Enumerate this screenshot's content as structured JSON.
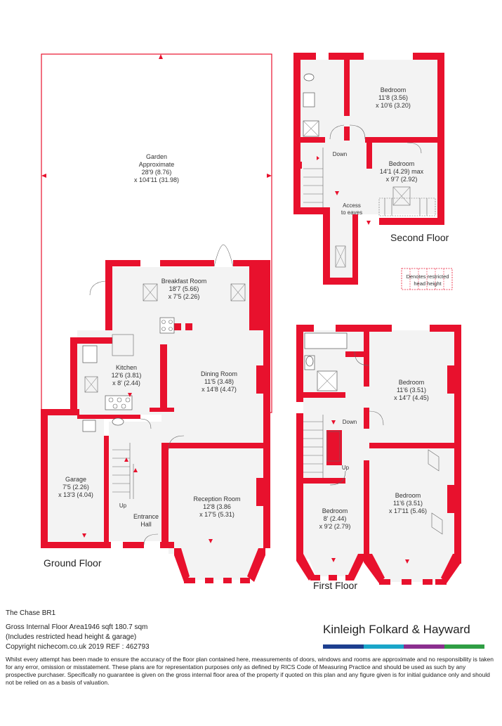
{
  "rooms": {
    "garden": {
      "name": "Garden",
      "sub": "Approximate",
      "dim1": "28'9 (8.76)",
      "dim2": "x 104'11 (31.98)"
    },
    "breakfast": {
      "name": "Breakfast Room",
      "dim1": "18'7 (5.66)",
      "dim2": "x 7'5 (2.26)"
    },
    "kitchen": {
      "name": "Kitchen",
      "dim1": "12'6 (3.81)",
      "dim2": "x 8' (2.44)"
    },
    "dining": {
      "name": "Dining Room",
      "dim1": "11'5 (3.48)",
      "dim2": "x 14'8 (4.47)"
    },
    "garage": {
      "name": "Garage",
      "dim1": "7'5 (2.26)",
      "dim2": "x 13'3 (4.04)"
    },
    "reception": {
      "name": "Reception Room",
      "dim1": "12'8 (3.86",
      "dim2": "x 17'5 (5.31)"
    },
    "entrance": {
      "name": "Entrance",
      "name2": "Hall"
    },
    "sf_bed1": {
      "name": "Bedroom",
      "dim1": "11'8 (3.56)",
      "dim2": "x 10'6 (3.20)"
    },
    "sf_bed2": {
      "name": "Bedroom",
      "dim1": "14'1 (4.29) max",
      "dim2": "x 9'7 (2.92)"
    },
    "sf_access": {
      "name": "Access",
      "name2": "to eaves"
    },
    "ff_bed1": {
      "name": "Bedroom",
      "dim1": "11'6 (3.51)",
      "dim2": "x 14'7 (4.45)"
    },
    "ff_bed2": {
      "name": "Bedroom",
      "dim1": "11'6 (3.51)",
      "dim2": "x 17'11 (5.46)"
    },
    "ff_bed3": {
      "name": "Bedroom",
      "dim1": "8' (2.44)",
      "dim2": "x 9'2 (2.79)"
    }
  },
  "stairs": {
    "up": "Up",
    "down": "Down"
  },
  "floors": {
    "ground": "Ground Floor",
    "first": "First Floor",
    "second": "Second Floor"
  },
  "legend": {
    "line1": "Denotes restricted",
    "line2": "head height"
  },
  "footer": {
    "address": "The Chase BR1",
    "area": "Gross Internal Floor Area1946 sqft 180.7 sqm",
    "includes": "(Includes restricted head height & garage)",
    "copyright": "Copyright nichecom.co.uk 2019 REF : 462793",
    "disclaimer": "Whilst every attempt has been made to ensure the accuracy of the floor plan contained here, measurements of doors, windows and rooms are approximate and no responsibility is taken for any error, omission or misstatement. These plans are for representation purposes only as defined by RICS Code of Measuring Practice and should be used as such by any prospective purchaser. Specifically no guarantee is given on the gross internal floor area of the property if quoted on this plan and any figure given is for initial guidance only and should not be relied on as a basis of valuation."
  },
  "brand": {
    "name": "Kinleigh Folkard & Hayward",
    "colors": [
      "#1d3f8f",
      "#1aa6c9",
      "#8b2f8f",
      "#2f9e44"
    ]
  },
  "colors": {
    "wall": "#e8112d",
    "floor": "#f3f3f3"
  }
}
